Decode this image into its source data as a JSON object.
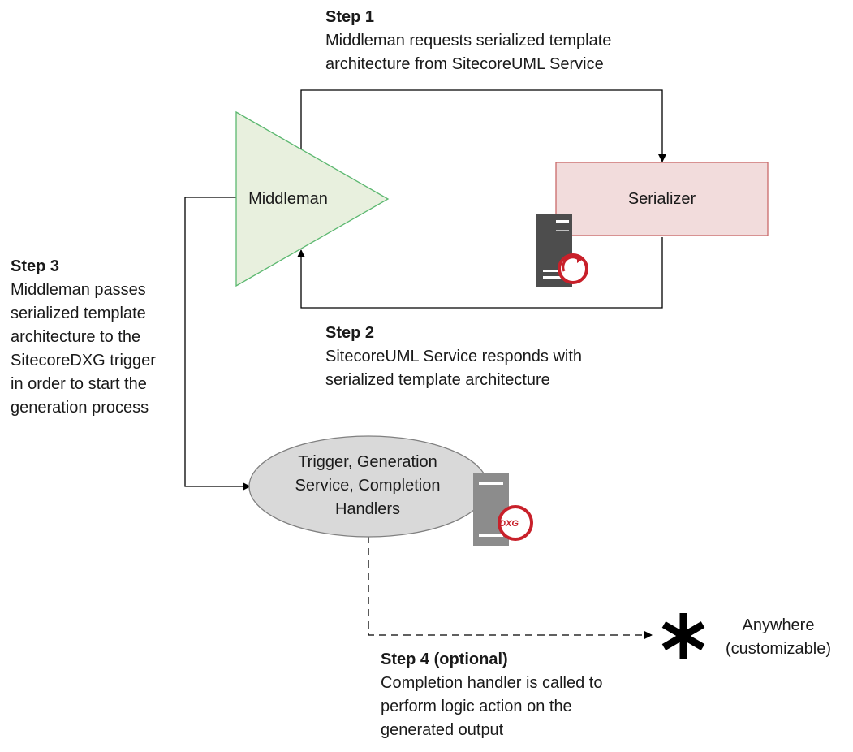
{
  "nodes": {
    "middleman": "Middleman",
    "serializer": "Serializer",
    "trigger": "Trigger, Generation\nService, Completion\nHandlers",
    "anywhere": "Anywhere\n(customizable)",
    "dxg_badge": "DXG"
  },
  "steps": {
    "step1": {
      "title": "Step 1",
      "body": "Middleman requests serialized template\narchitecture from SitecoreUML Service"
    },
    "step2": {
      "title": "Step 2",
      "body": "SitecoreUML Service responds with\nserialized template architecture"
    },
    "step3": {
      "title": "Step 3",
      "body": "Middleman passes\nserialized template\narchitecture to the\nSitecoreDXG trigger\nin order to start the\ngeneration process"
    },
    "step4": {
      "title": "Step 4 (optional)",
      "body": "Completion handler is called to\nperform logic action on the\ngenerated output"
    }
  },
  "colors": {
    "middleman_fill": "#e8f0de",
    "middleman_stroke": "#5cb870",
    "serializer_fill": "#f2dcdc",
    "serializer_stroke": "#c96a6a",
    "trigger_fill": "#d9d9d9",
    "trigger_stroke": "#808080",
    "connector": "#000000",
    "server_dark": "#4d4d4d",
    "server_gray": "#8c8c8c",
    "badge_red": "#c8202a"
  },
  "icons": [
    "server-uml-icon",
    "server-dxg-icon",
    "asterisk-icon"
  ]
}
